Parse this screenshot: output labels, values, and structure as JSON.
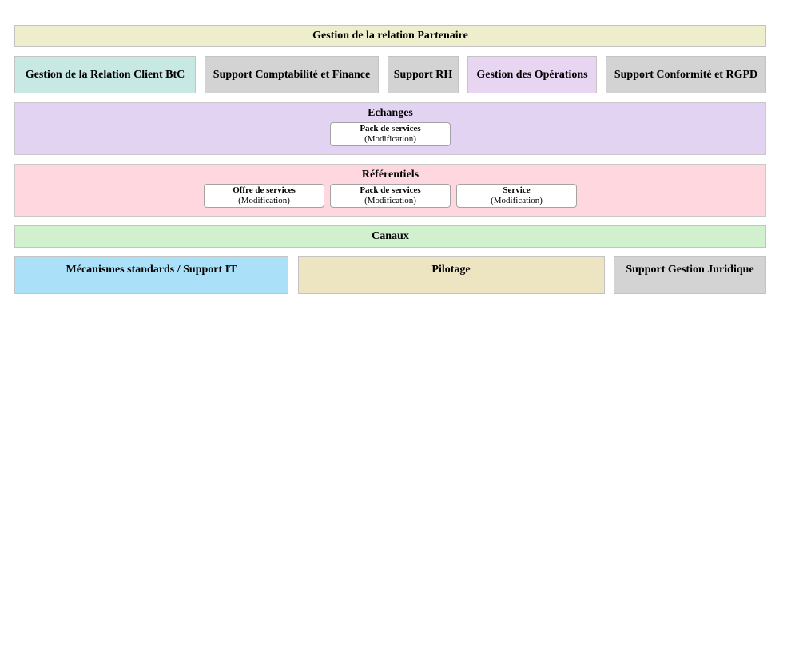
{
  "colors": {
    "page_bg": "#ffffff",
    "banner_bg": "#eeeecc",
    "client_btc_teal": "#c8e8e3",
    "support_gray": "#d3d3d3",
    "operations_purple": "#e8d5f1",
    "echanges_purple": "#e2d3f3",
    "referentiels_pink": "#ffd8df",
    "canaux_green": "#d0f0ce",
    "support_it_blue": "#aae1f8",
    "pilotage_beige": "#ede5c2",
    "chip_bg": "#ffffff",
    "block_border": "#c3c3c3",
    "chip_border": "#a3a3a3",
    "text": "#000000"
  },
  "banner": {
    "label": "Gestion de la relation Partenaire"
  },
  "capabilities": {
    "items": [
      {
        "label": "Gestion de la Relation Client BtC"
      },
      {
        "label": "Support Comptabilité et Finance"
      },
      {
        "label": "Support RH"
      },
      {
        "label": "Gestion des Opérations"
      },
      {
        "label": "Support Conformité et RGPD"
      }
    ]
  },
  "echanges": {
    "title": "Echanges",
    "items": [
      {
        "name": "Pack de services",
        "detail": "(Modification)"
      }
    ]
  },
  "referentiels": {
    "title": "Référentiels",
    "items": [
      {
        "name": "Offre de services",
        "detail": "(Modification)"
      },
      {
        "name": "Pack de services",
        "detail": "(Modification)"
      },
      {
        "name": "Service",
        "detail": "(Modification)"
      }
    ]
  },
  "canaux": {
    "title": "Canaux"
  },
  "foundations": {
    "items": [
      {
        "label": "Mécanismes standards / Support IT"
      },
      {
        "label": "Pilotage"
      },
      {
        "label": "Support Gestion Juridique"
      }
    ]
  }
}
